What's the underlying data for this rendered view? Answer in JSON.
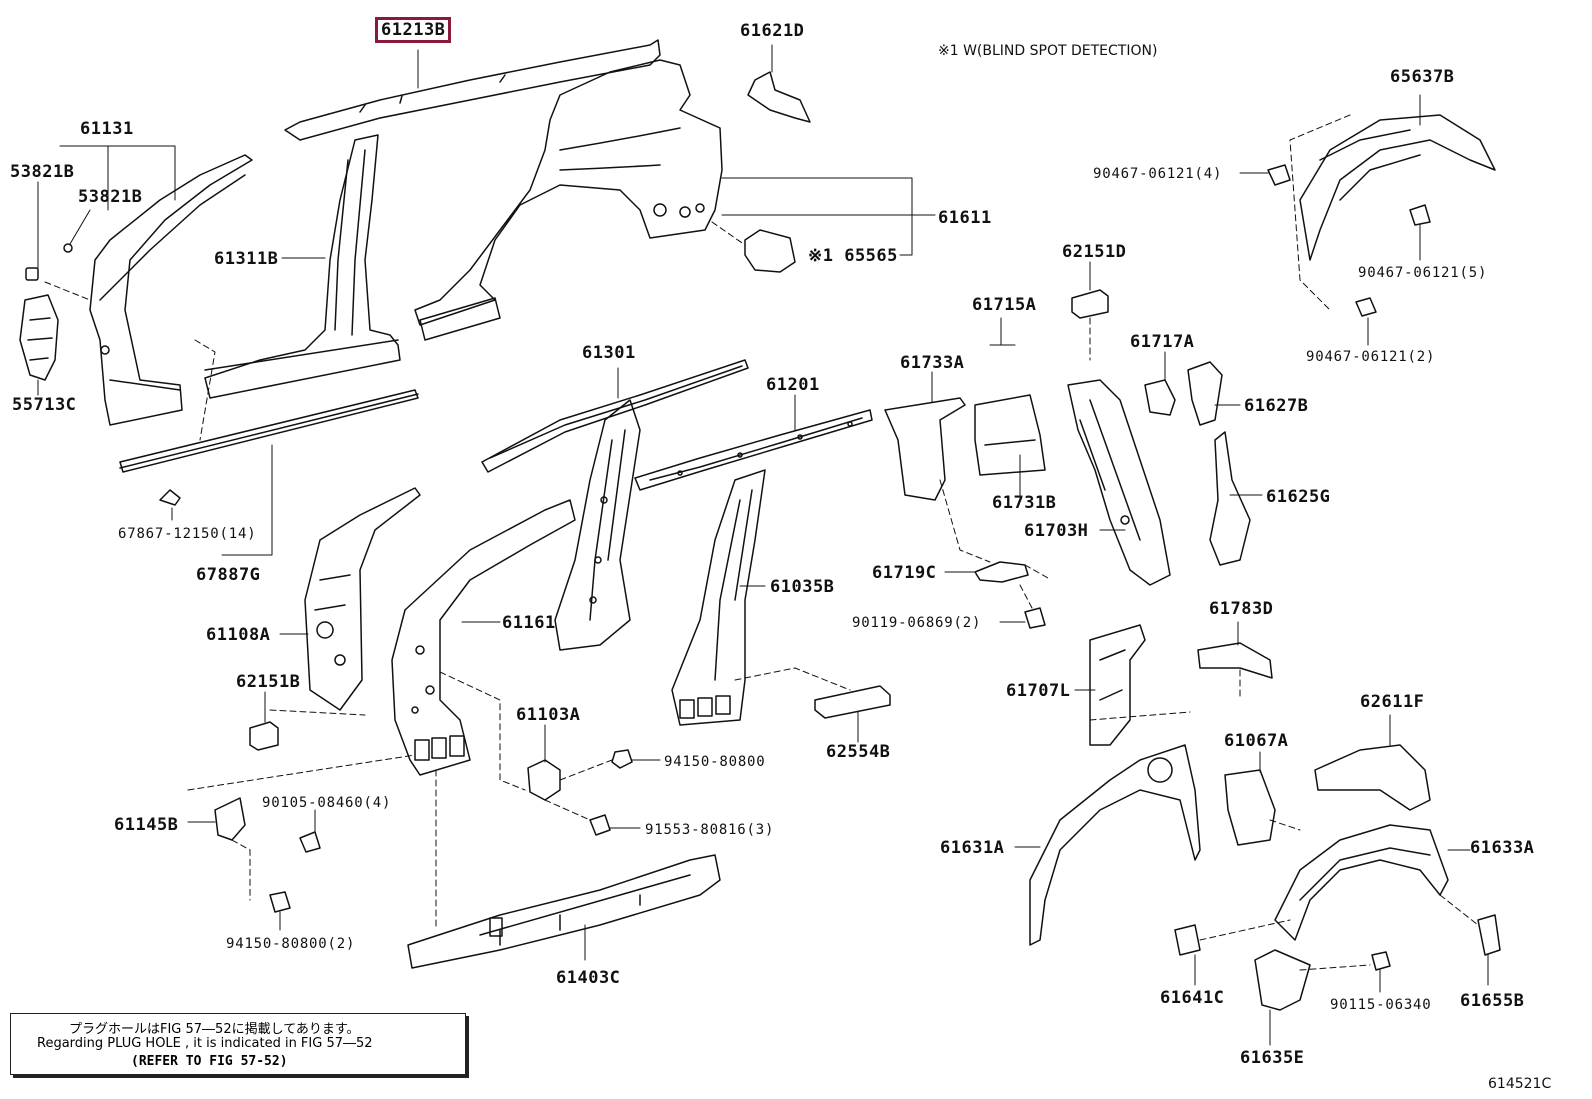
{
  "diagram": {
    "figure_id": "614521C",
    "note_blind_spot": "※1 W(BLIND SPOT DETECTION)",
    "highlighted_part": "61213B",
    "notice": {
      "jp": "プラグホールはFIG 57―52に掲載してあります。",
      "en": "Regarding PLUG HOLE , it is indicated in FIG 57―52",
      "ref": "(REFER TO FIG 57-52)"
    },
    "parts": {
      "p61213B": "61213B",
      "p61621D": "61621D",
      "p61131": "61131",
      "p53821B_a": "53821B",
      "p53821B_b": "53821B",
      "p55713C": "55713C",
      "p61311B": "61311B",
      "p61611": "61611",
      "p65565": "※1 65565",
      "p65637B": "65637B",
      "p90467_4": "90467-06121(4)",
      "p90467_5": "90467-06121(5)",
      "p90467_2": "90467-06121(2)",
      "p62151D": "62151D",
      "p61715A": "61715A",
      "p61717A": "61717A",
      "p61733A": "61733A",
      "p61627B": "61627B",
      "p61301": "61301",
      "p61201": "61201",
      "p61731B": "61731B",
      "p61625G": "61625G",
      "p61703H": "61703H",
      "p67867": "67867-12150(14)",
      "p67887G": "67887G",
      "p61719C": "61719C",
      "p61035B": "61035B",
      "p90119": "90119-06869(2)",
      "p61783D": "61783D",
      "p61108A": "61108A",
      "p61161": "61161",
      "p62151B": "62151B",
      "p61707L": "61707L",
      "p62611F": "62611F",
      "p61103A": "61103A",
      "p94150_a": "94150-80800",
      "p62554B": "62554B",
      "p61067A": "61067A",
      "p90105": "90105-08460(4)",
      "p61145B": "61145B",
      "p91553": "91553-80816(3)",
      "p61631A": "61631A",
      "p61633A": "61633A",
      "p94150_2": "94150-80800(2)",
      "p61403C": "61403C",
      "p61641C": "61641C",
      "p90115": "90115-06340",
      "p61655B": "61655B",
      "p61635E": "61635E"
    }
  }
}
